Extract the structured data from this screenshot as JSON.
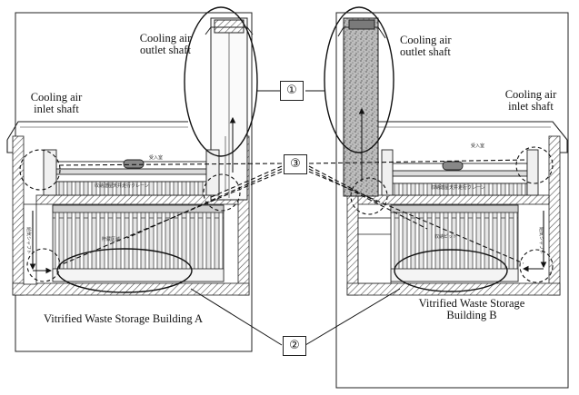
{
  "labels": {
    "outlet_a_line1": "Cooling air",
    "outlet_a_line2": "outlet shaft",
    "inlet_a_line1": "Cooling air",
    "inlet_a_line2": "inlet shaft",
    "outlet_b_line1": "Cooling air",
    "outlet_b_line2": "outlet shaft",
    "inlet_b_line1": "Cooling air",
    "inlet_b_line2": "inlet shaft",
    "building_a": "Vitrified Waste Storage Building A",
    "building_b_line1": "Vitrified Waste Storage",
    "building_b_line2": "Building B"
  },
  "callouts": {
    "one": "①",
    "two": "②",
    "three": "③"
  },
  "drawing_text": {
    "a_crane": "収納建屋天井走行クレーン",
    "a_room": "受入室",
    "a_pit": "貯蔵区域",
    "a_shaft": "給気シャフト",
    "b_crane": "収納建屋天井走行クレーン",
    "b_room": "受入室",
    "b_pit": "収納ピット",
    "b_shaft": "給気シャフト"
  }
}
